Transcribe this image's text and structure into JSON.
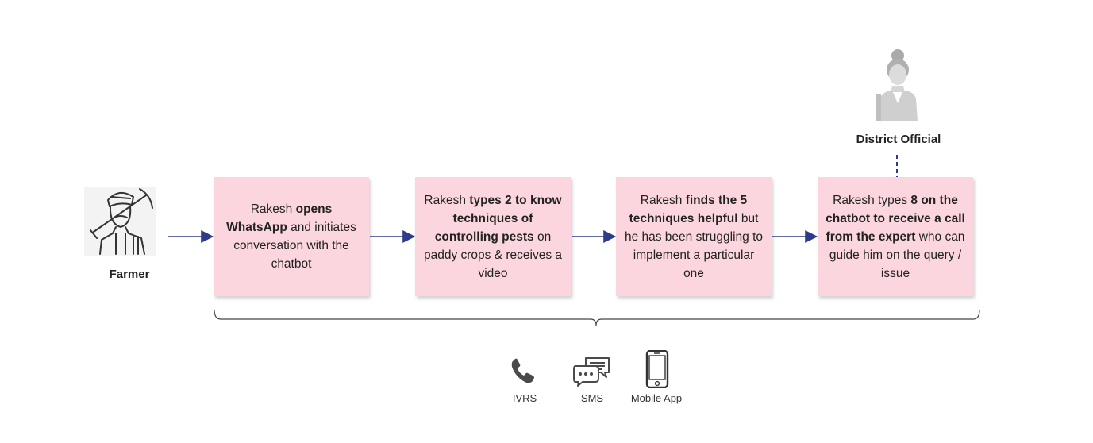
{
  "actors": {
    "farmer": {
      "label": "Farmer"
    },
    "official": {
      "label": "District Official"
    }
  },
  "steps": [
    {
      "parts": [
        {
          "t": "Rakesh ",
          "b": false
        },
        {
          "t": "opens WhatsApp",
          "b": true
        },
        {
          "t": " and initiates conversation with the chatbot",
          "b": false
        }
      ]
    },
    {
      "parts": [
        {
          "t": "Rakesh ",
          "b": false
        },
        {
          "t": "types 2 to know techniques of controlling pests",
          "b": true
        },
        {
          "t": " on paddy crops & receives a video",
          "b": false
        }
      ]
    },
    {
      "parts": [
        {
          "t": "Rakesh ",
          "b": false
        },
        {
          "t": "finds the 5 techniques helpful",
          "b": true
        },
        {
          "t": " but he has been struggling to implement a particular one",
          "b": false
        }
      ]
    },
    {
      "parts": [
        {
          "t": "Rakesh types ",
          "b": false
        },
        {
          "t": "8 on the chatbot to receive a call from the expert",
          "b": true
        },
        {
          "t": " who can guide him on the query / issue",
          "b": false
        }
      ]
    }
  ],
  "channels": [
    {
      "label": "IVRS",
      "icon": "phone-icon"
    },
    {
      "label": "SMS",
      "icon": "chat-icon"
    },
    {
      "label": "Mobile App",
      "icon": "mobile-icon"
    }
  ],
  "colors": {
    "box_fill": "#fcd6de",
    "arrow": "#2e3a8c",
    "icon": "#4a4a4a"
  }
}
